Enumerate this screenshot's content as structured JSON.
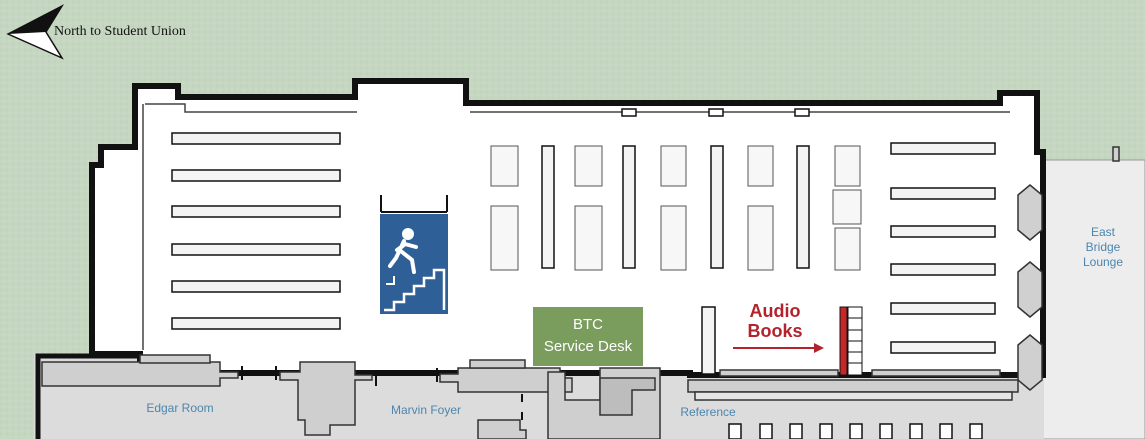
{
  "compass": {
    "label": "North to Student Union",
    "icon": "north-arrow-icon"
  },
  "rooms": {
    "edgar_room": "Edgar Room",
    "marvin_foyer": "Marvin Foyer",
    "reference": "Reference",
    "east_bridge_lounge": [
      "East",
      "Bridge",
      "Lounge"
    ]
  },
  "service_desk": {
    "line1": "BTC",
    "line2": "Service Desk"
  },
  "audio_books": {
    "line1": "Audio",
    "line2": "Books"
  },
  "stairs": {
    "icon": "stairs-icon"
  },
  "colors": {
    "ground": "#c9d9c4",
    "floor": "#ffffff",
    "wall": "#111111",
    "adjacent_area": "#d6d6d6",
    "stair_box": "#2f5f97",
    "service_desk": "#7a9c5c",
    "audio_books": "#b3232b",
    "room_label": "#4c86b0"
  }
}
